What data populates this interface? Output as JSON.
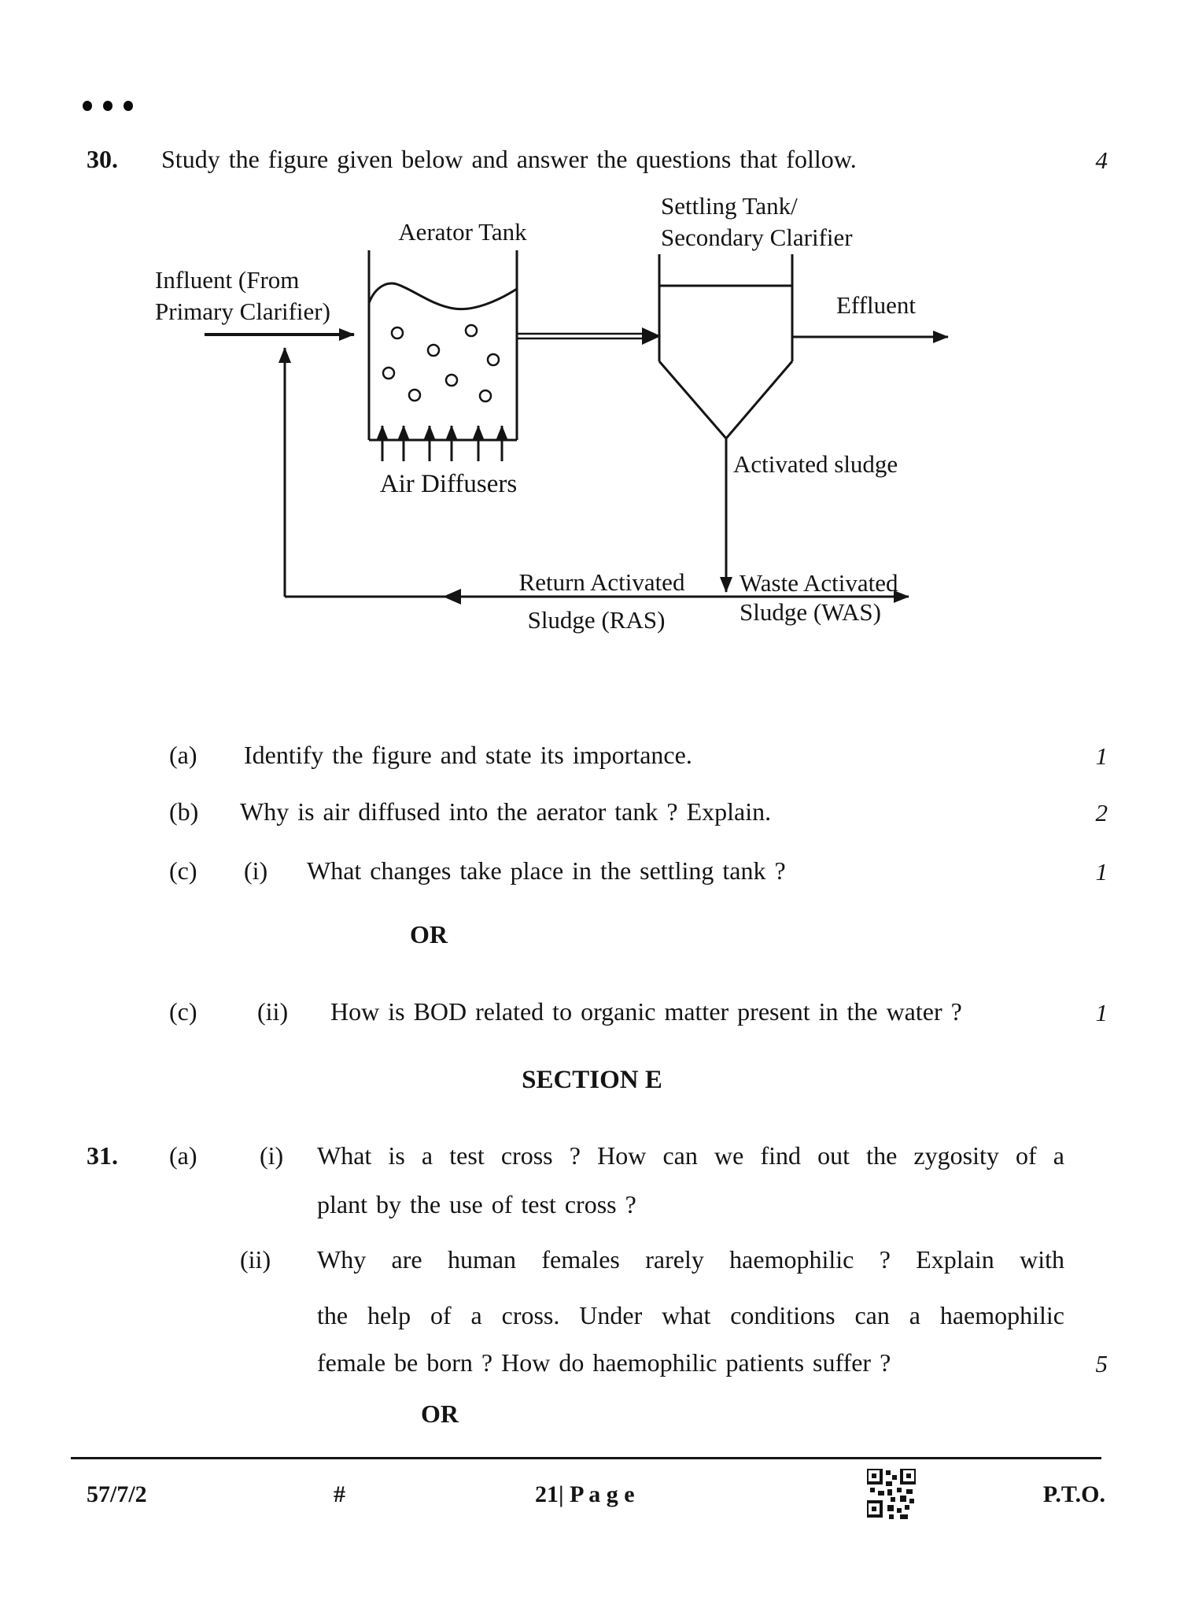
{
  "q30": {
    "number": "30.",
    "text": "Study the figure given below and answer the questions that follow.",
    "marks": "4",
    "a": {
      "label": "(a)",
      "text": "Identify the figure and state its importance.",
      "marks": "1"
    },
    "b": {
      "label": "(b)",
      "text": "Why is air diffused into the aerator tank ? Explain.",
      "marks": "2"
    },
    "c1": {
      "label": "(c)",
      "sub": "(i)",
      "text": "What changes take place in the settling tank ?",
      "marks": "1"
    },
    "or_label": "OR",
    "c2": {
      "label": "(c)",
      "sub": "(ii)",
      "text": "How is BOD related to organic matter present in the water ?",
      "marks": "1"
    }
  },
  "diagram": {
    "labels": {
      "aerator_tank": "Aerator Tank",
      "settling_tank_1": "Settling Tank/",
      "settling_tank_2": "Secondary Clarifier",
      "influent_1": "Influent (From",
      "influent_2": "Primary Clarifier)",
      "effluent": "Effluent",
      "air_diffusers": "Air Diffusers",
      "activated_sludge": "Activated sludge",
      "ras_1": "Return Activated",
      "ras_2": "Sludge (RAS)",
      "was_1": "Waste Activated",
      "was_2": "Sludge (WAS)"
    }
  },
  "section_e": "SECTION E",
  "q31": {
    "number": "31.",
    "a_label": "(a)",
    "i_label": "(i)",
    "i_line1": "What is a test cross ? How can we find out the zygosity of a",
    "i_line2": "plant by the use of test cross ?",
    "ii_label": "(ii)",
    "ii_line1": "Why are human females rarely haemophilic ? Explain with",
    "ii_line2": "the help of a cross. Under what conditions can a haemophilic",
    "ii_line3": "female be born ? How do haemophilic patients suffer ?",
    "ii_marks": "5",
    "or_label": "OR"
  },
  "footer": {
    "code": "57/7/2",
    "hash": "#",
    "page": "21| P a g e",
    "pto": "P.T.O."
  }
}
